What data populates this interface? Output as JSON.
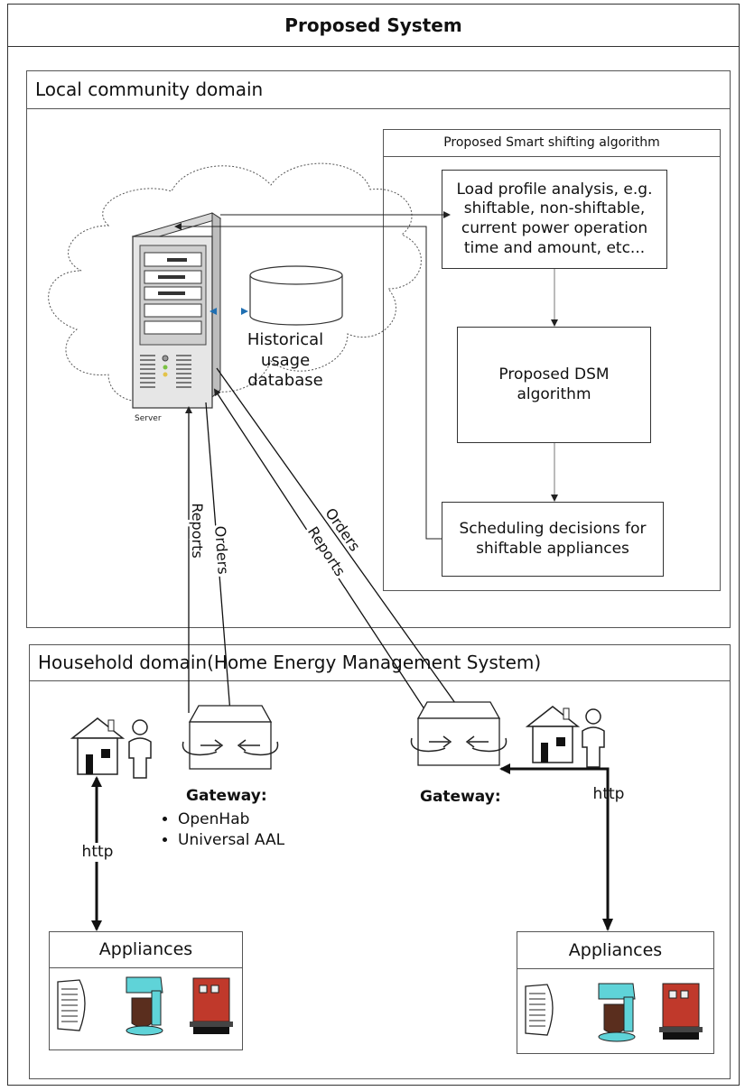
{
  "title": "Proposed System",
  "local_domain": {
    "title": "Local community domain",
    "server_label": "Server",
    "database_label": "Historical usage database",
    "algorithm_panel": {
      "title": "Proposed Smart shifting algorithm",
      "load_profile": "Load profile analysis, e.g. shiftable, non-shiftable, current power operation time and amount, etc...",
      "dsm": "Proposed DSM algorithm",
      "scheduling": "Scheduling decisions for shiftable appliances"
    }
  },
  "connections": {
    "reports_left": "Reports",
    "orders_left": "Orders",
    "reports_right": "Reports",
    "orders_right": "Orders",
    "http_left": "http",
    "http_right": "http"
  },
  "household_domain": {
    "title": "Household domain(Home Energy Management System)",
    "gateway_left": {
      "label": "Gateway:",
      "items": [
        "OpenHab",
        "Universal AAL"
      ]
    },
    "gateway_right": {
      "label": "Gateway:"
    },
    "appliances_left": "Appliances",
    "appliances_right": "Appliances"
  }
}
